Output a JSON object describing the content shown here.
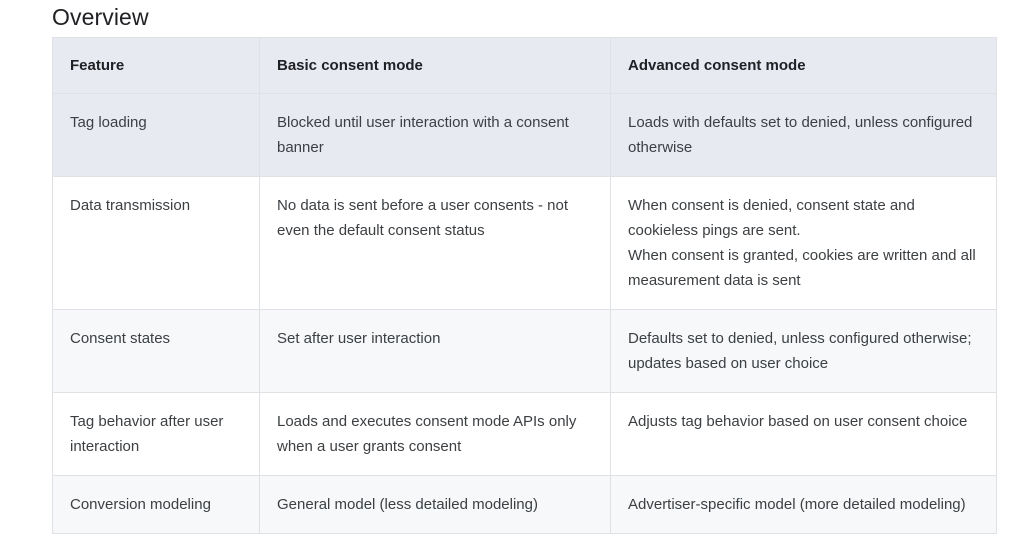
{
  "page": {
    "title": "Overview"
  },
  "table": {
    "columns": [
      {
        "key": "feature",
        "label": "Feature"
      },
      {
        "key": "basic",
        "label": "Basic consent mode"
      },
      {
        "key": "advanced",
        "label": "Advanced consent mode"
      }
    ],
    "rows": [
      {
        "feature": "Tag loading",
        "basic": "Blocked until user interaction with a consent banner",
        "advanced_lines": [
          "Loads with defaults set to denied, unless configured otherwise"
        ],
        "shade": "tint-strong"
      },
      {
        "feature": "Data transmission",
        "basic": "No data is sent before a user consents - not even the default consent status",
        "advanced_lines": [
          "When consent is denied, consent state and cookieless pings are sent.",
          "When consent is granted, cookies are written and all measurement data is sent"
        ],
        "shade": "plain"
      },
      {
        "feature": "Consent states",
        "basic": "Set after user interaction",
        "advanced_lines": [
          "Defaults set to denied, unless configured otherwise; updates based on user choice"
        ],
        "shade": "tint-light"
      },
      {
        "feature": "Tag behavior after user interaction",
        "basic": "Loads and executes consent mode APIs only when a user grants consent",
        "advanced_lines": [
          "Adjusts tag behavior based on user consent choice"
        ],
        "shade": "plain"
      },
      {
        "feature": "Conversion modeling",
        "basic": "General model (less detailed modeling)",
        "advanced_lines": [
          "Advertiser-specific model (more detailed modeling)"
        ],
        "shade": "tint-light"
      }
    ]
  },
  "colors": {
    "header_background": "#e8eaf1",
    "row_tint_strong": "#e8eaf1",
    "row_tint_light": "#f7f8fa",
    "row_plain": "#ffffff",
    "border": "#dfe1e5",
    "text": "#3c4043",
    "heading_text": "#202124"
  }
}
